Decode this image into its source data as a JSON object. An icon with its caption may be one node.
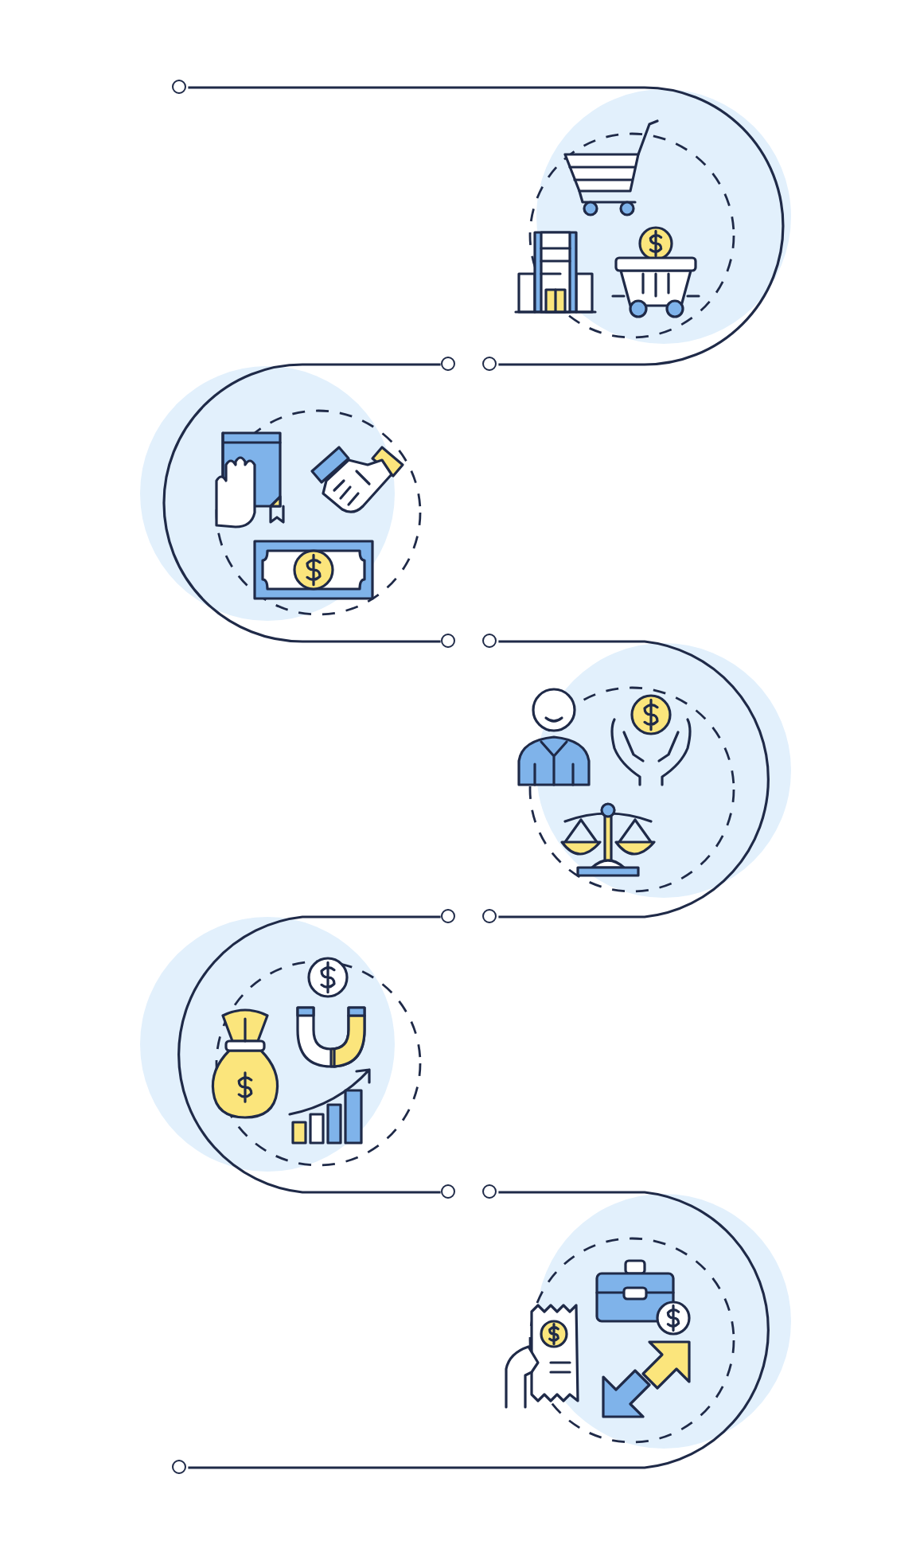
{
  "diagram": {
    "nodes": [
      {
        "text": [],
        "shape": "circle"
      },
      {
        "text": [],
        "shape": "circle"
      },
      {
        "text": [],
        "shape": "circle"
      },
      {
        "text": [],
        "shape": "circle"
      },
      {
        "text": [],
        "shape": "circle"
      },
      {
        "text": [],
        "shape": "circle"
      },
      {
        "text": [],
        "shape": "circle"
      },
      {
        "text": [],
        "shape": "circle"
      },
      {
        "text": [],
        "shape": "circle"
      },
      {
        "text": [],
        "shape": "circle"
      }
    ],
    "edges": [
      {
        "from": 0,
        "to": 2,
        "arrow": "none"
      },
      {
        "from": 1,
        "to": 3,
        "arrow": "none"
      },
      {
        "from": 4,
        "to": 6,
        "arrow": "none"
      },
      {
        "from": 5,
        "to": 7,
        "arrow": "none"
      },
      {
        "from": 8,
        "to": 9,
        "arrow": "none"
      }
    ]
  }
}
